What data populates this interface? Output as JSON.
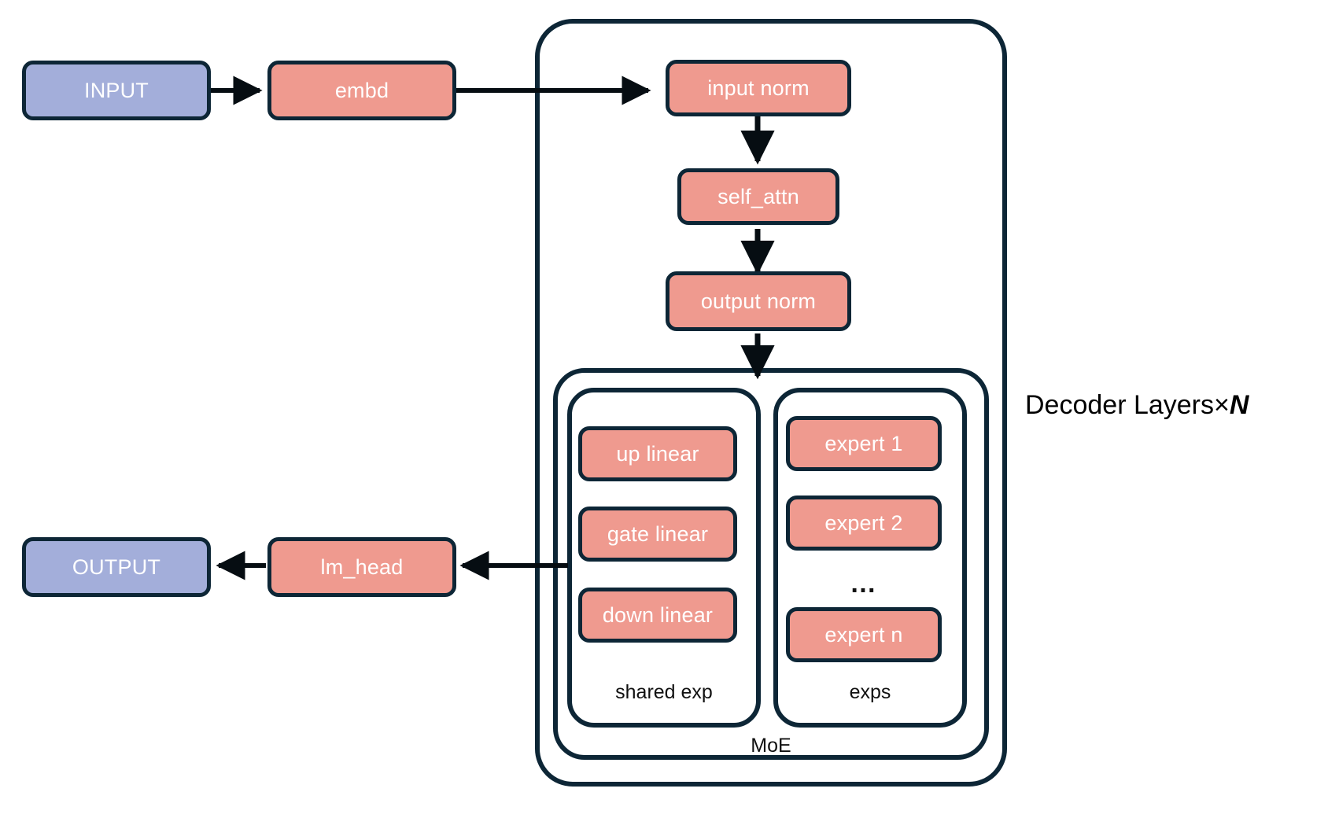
{
  "diagram": {
    "title_caption": "Decoder Layers×",
    "title_caption_var": "N",
    "colors": {
      "accent_salmon": "#ef9a8f",
      "accent_blue": "#a3aeda",
      "stroke_navy": "#0d2636",
      "background": "#ffffff",
      "node_text": "#ffffff",
      "label_text": "#111111"
    },
    "io_nodes": {
      "input": "INPUT",
      "output": "OUTPUT"
    },
    "pipeline_nodes": {
      "embd": "embd",
      "lm_head": "lm_head",
      "input_norm": "input norm",
      "self_attn": "self_attn",
      "output_norm": "output norm"
    },
    "groups": {
      "decoder": "",
      "moe_label": "MoE",
      "shared_exp_label": "shared exp",
      "exps_label": "exps"
    },
    "shared_expert_nodes": [
      "up linear",
      "gate linear",
      "down linear"
    ],
    "expert_nodes": [
      "expert 1",
      "expert 2",
      "expert n"
    ],
    "expert_ellipsis": "…"
  }
}
